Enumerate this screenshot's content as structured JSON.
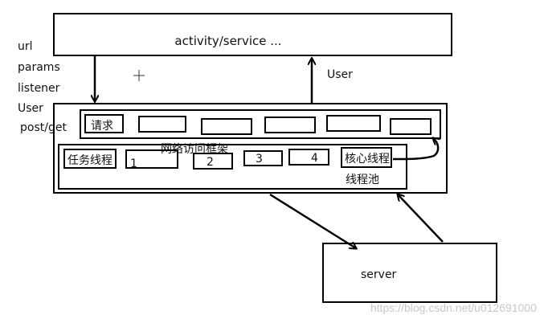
{
  "diagram": {
    "top_box_label": "activity/service ...",
    "side_labels": [
      "url",
      "params",
      "listener",
      "User",
      "post/get"
    ],
    "return_label": "User",
    "framework_label": "网络访问框架",
    "request_label": "请求",
    "task_thread_label": "任务线程",
    "slot_labels": [
      "1",
      "2",
      "3",
      "4"
    ],
    "core_thread_label": "核心线程",
    "thread_pool_label": "线程池",
    "server_label": "server"
  },
  "watermark": "https://blog.csdn.net/u012691000",
  "colors": {
    "stroke": "#000000",
    "background": "#ffffff",
    "watermark": "#c8c8c8"
  }
}
